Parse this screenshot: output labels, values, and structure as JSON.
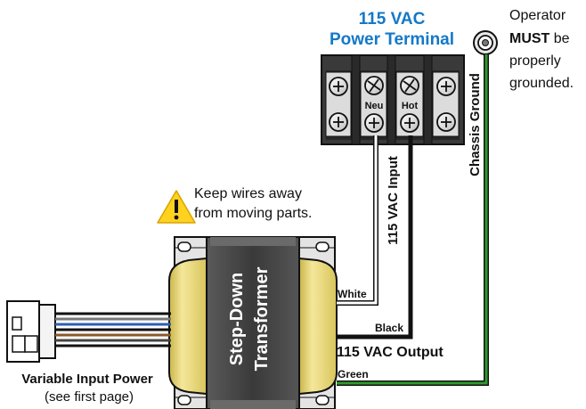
{
  "terminal": {
    "title_line1": "115 VAC",
    "title_line2": "Power Terminal",
    "neu_label": "Neu",
    "hot_label": "Hot"
  },
  "operator_note": {
    "line1": "Operator",
    "must": "MUST",
    "be": " be",
    "line3": "properly",
    "line4": "grounded."
  },
  "labels": {
    "chassis_ground": "Chassis Ground",
    "vac_input": "115 VAC Input",
    "vac_output": "115 VAC Output",
    "white": "White",
    "black": "Black",
    "green": "Green",
    "warning_line1": "Keep wires away",
    "warning_line2": "from moving parts.",
    "transformer_line1": "Step-Down",
    "transformer_line2": "Transformer",
    "variable_input": "Variable Input Power",
    "see_first_page": "(see first page)"
  },
  "colors": {
    "title_blue": "#1478c8",
    "terminal_dark": "#3a3a3a",
    "terminal_light": "#dcdcdc",
    "coil_yellow": "#f2e07a",
    "core_gray": "#4a4a4a",
    "wire_green": "#2e9a2e",
    "warning_yellow": "#ffd21f"
  }
}
